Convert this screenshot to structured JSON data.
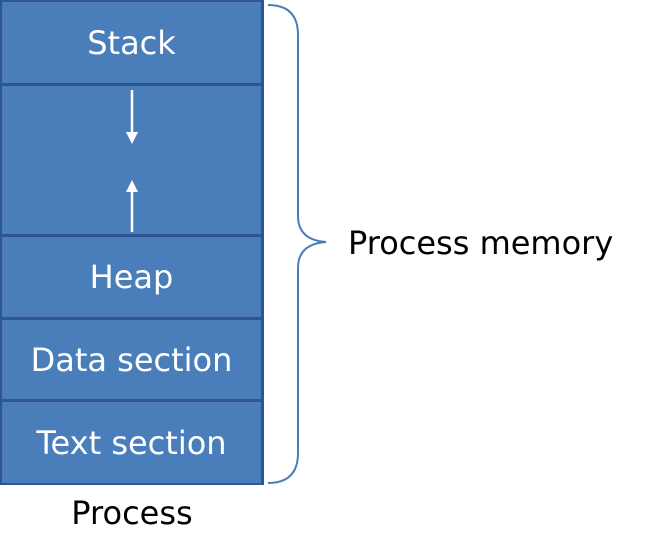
{
  "diagram": {
    "segments": {
      "stack": "Stack",
      "heap": "Heap",
      "data": "Data section",
      "text": "Text section"
    },
    "brace_label": "Process memory",
    "caption": "Process",
    "colors": {
      "segment_fill": "#4a7ebb",
      "segment_border": "#2f5597",
      "brace": "#4a7ebb",
      "arrow": "#ffffff"
    }
  }
}
